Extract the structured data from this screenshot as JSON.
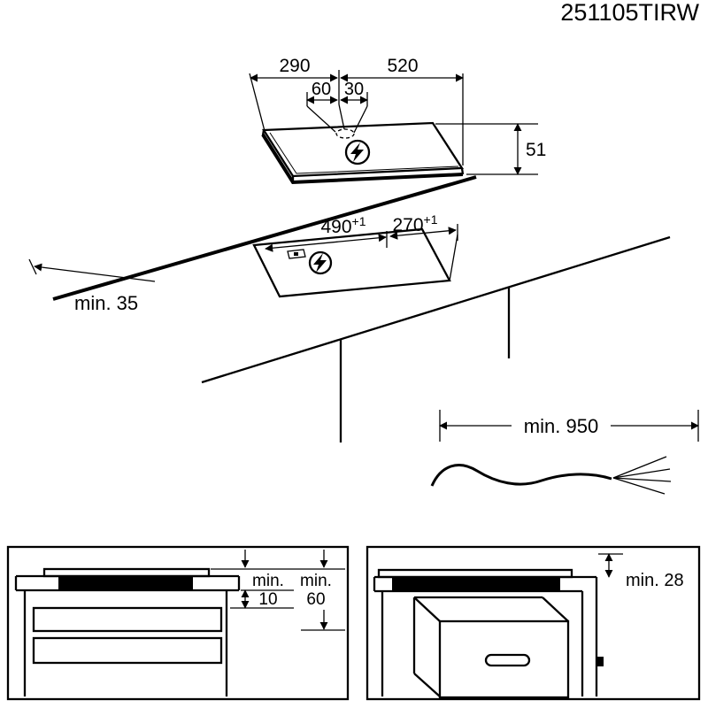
{
  "colors": {
    "line": "#000000",
    "background": "#ffffff"
  },
  "title": "251105TIRW",
  "perspective_view": {
    "width": "290",
    "hole_left": "60",
    "hole_right": "30",
    "depth": "520",
    "height": "51"
  },
  "cutout_view": {
    "length": "490",
    "length_tol": "+1",
    "depth": "270",
    "depth_tol": "+1",
    "wall_clearance": "min. 35"
  },
  "cable_view": {
    "cable_length": "min. 950"
  },
  "side_view_left": {
    "clearance_label": "min.",
    "clearance_value": "10",
    "depth_label": "min.",
    "depth_value": "60"
  },
  "side_view_right": {
    "oven_clearance": "min. 28"
  }
}
